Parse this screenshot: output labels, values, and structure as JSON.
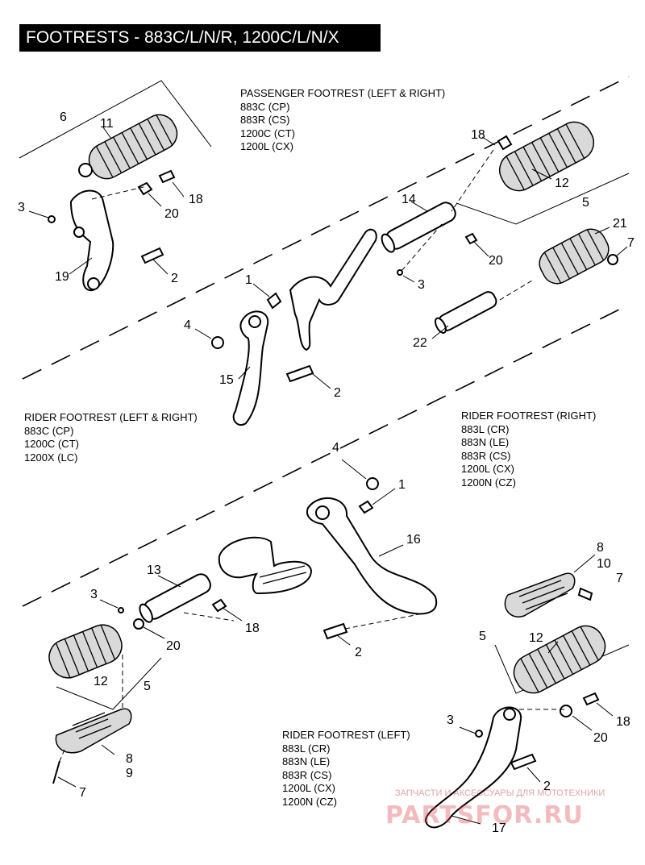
{
  "title": "FOOTRESTS - 883C/L/N/R, 1200C/L/N/X",
  "groups": {
    "passenger": [
      "PASSENGER FOOTREST (LEFT & RIGHT)",
      "883C (CP)",
      "883R (CS)",
      "1200C (CT)",
      "1200L (CX)"
    ],
    "rider_lr": [
      "RIDER FOOTREST (LEFT & RIGHT)",
      "883C (CP)",
      "1200C (CT)",
      "1200X (LC)"
    ],
    "rider_right": [
      "RIDER FOOTREST (RIGHT)",
      "883L (CR)",
      "883N (LE)",
      "883R (CS)",
      "1200L (CX)",
      "1200N (CZ)"
    ],
    "rider_left": [
      "RIDER FOOTREST (LEFT)",
      "883L (CR)",
      "883N (LE)",
      "883R (CS)",
      "1200L (CX)",
      "1200N (CZ)"
    ]
  },
  "callouts": [
    "6",
    "11",
    "3",
    "19",
    "2",
    "20",
    "18",
    "18",
    "14",
    "12",
    "5",
    "20",
    "3",
    "21",
    "7",
    "22",
    "1",
    "4",
    "15",
    "2",
    "4",
    "1",
    "16",
    "13",
    "3",
    "18",
    "20",
    "12",
    "5",
    "2",
    "8",
    "10",
    "7",
    "5",
    "12",
    "3",
    "18",
    "20",
    "8",
    "9",
    "7",
    "2",
    "17"
  ],
  "watermark": {
    "tagline": "ЗАПЧАСТИ И АКСЕССУАРЫ ДЛЯ МОТОТЕХНИКИ",
    "logo": "PARTSFOR.RU"
  }
}
